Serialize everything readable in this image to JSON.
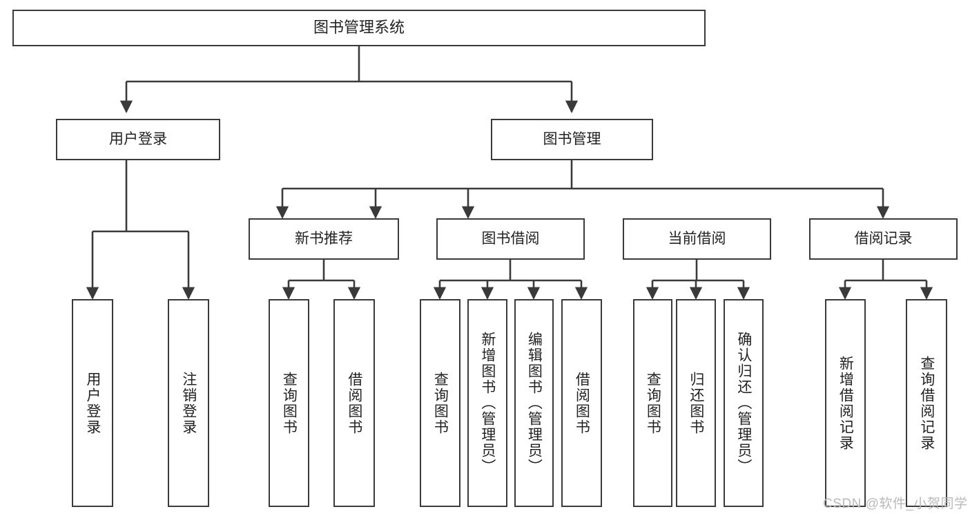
{
  "diagram": {
    "title": "图书管理系统",
    "type": "hierarchy-tree",
    "root": {
      "label": "图书管理系统"
    },
    "level2": [
      {
        "label": "用户登录"
      },
      {
        "label": "图书管理"
      }
    ],
    "level3": [
      {
        "label": "新书推荐"
      },
      {
        "label": "图书借阅"
      },
      {
        "label": "当前借阅"
      },
      {
        "label": "借阅记录"
      }
    ],
    "leaves": {
      "user_login": [
        {
          "label": "用户登录"
        },
        {
          "label": "注销登录"
        }
      ],
      "new_book_recommend": [
        {
          "label": "查询图书"
        },
        {
          "label": "借阅图书"
        }
      ],
      "book_borrow": [
        {
          "label": "查询图书"
        },
        {
          "label": "新增图书（管理员）"
        },
        {
          "label": "编辑图书（管理员）"
        },
        {
          "label": "借阅图书"
        }
      ],
      "current_borrow": [
        {
          "label": "查询图书"
        },
        {
          "label": "归还图书"
        },
        {
          "label": "确认归还（管理员）"
        }
      ],
      "borrow_record": [
        {
          "label": "新增借阅记录"
        },
        {
          "label": "查询借阅记录"
        }
      ]
    }
  },
  "watermark": {
    "text": "CSDN @软件_小贺同学"
  },
  "colors": {
    "border": "#3a3a3a",
    "text": "#222222",
    "background": "#ffffff",
    "watermark": "#b9b9b9"
  }
}
